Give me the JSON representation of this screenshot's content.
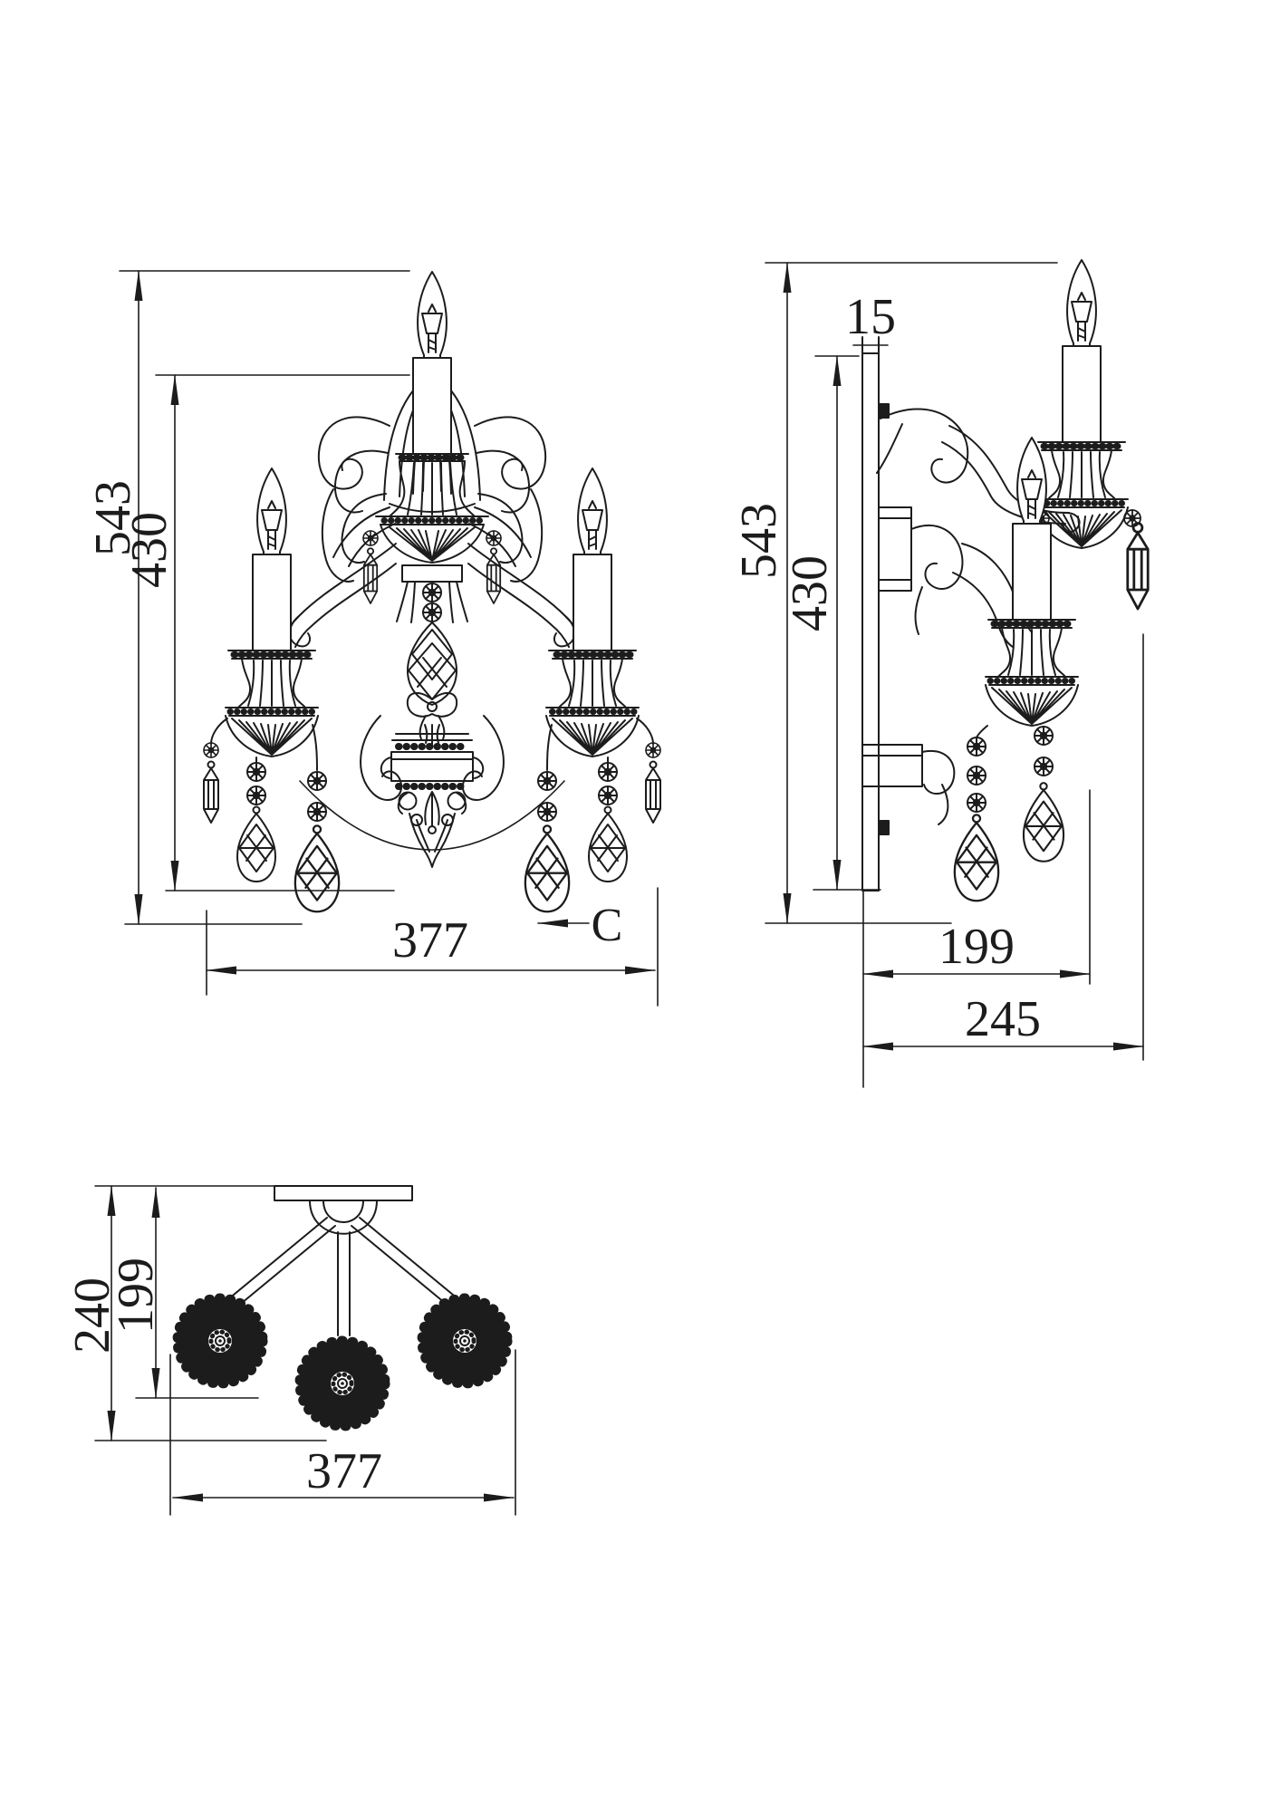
{
  "drawing": {
    "background_color": "#ffffff",
    "line_color": "#1c1c1c",
    "front_view": {
      "dim_height_total": "543",
      "dim_height_body": "430",
      "dim_width": "377",
      "crystal_label": "C"
    },
    "side_view": {
      "dim_plate_thickness": "15",
      "dim_height_total": "543",
      "dim_height_body": "430",
      "dim_depth_arm": "199",
      "dim_depth_total": "245"
    },
    "bottom_view": {
      "dim_depth_total": "240",
      "dim_depth_arm": "199",
      "dim_width": "377"
    }
  }
}
